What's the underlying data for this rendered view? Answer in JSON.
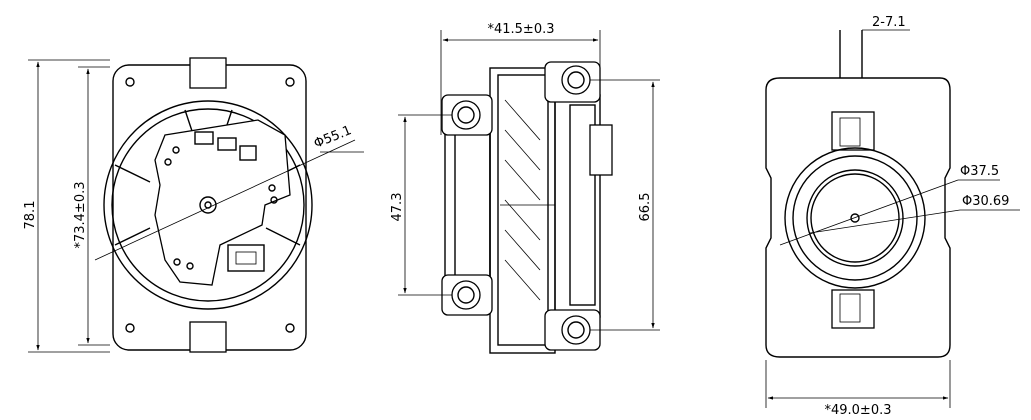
{
  "dimensions": {
    "height_total": "78.1",
    "height_mount": "*73.4±0.3",
    "dia_fan": "Φ55.1",
    "width_side": "*41.5±0.3",
    "height_hole_left": "47.3",
    "height_hole_right": "66.5",
    "hole_spec": "2-7.1",
    "dia_outer": "Φ37.5",
    "dia_inner": "Φ30.69",
    "width_bottom": "*49.0±0.3"
  },
  "colors": {
    "line": "#000000",
    "background": "#ffffff"
  }
}
